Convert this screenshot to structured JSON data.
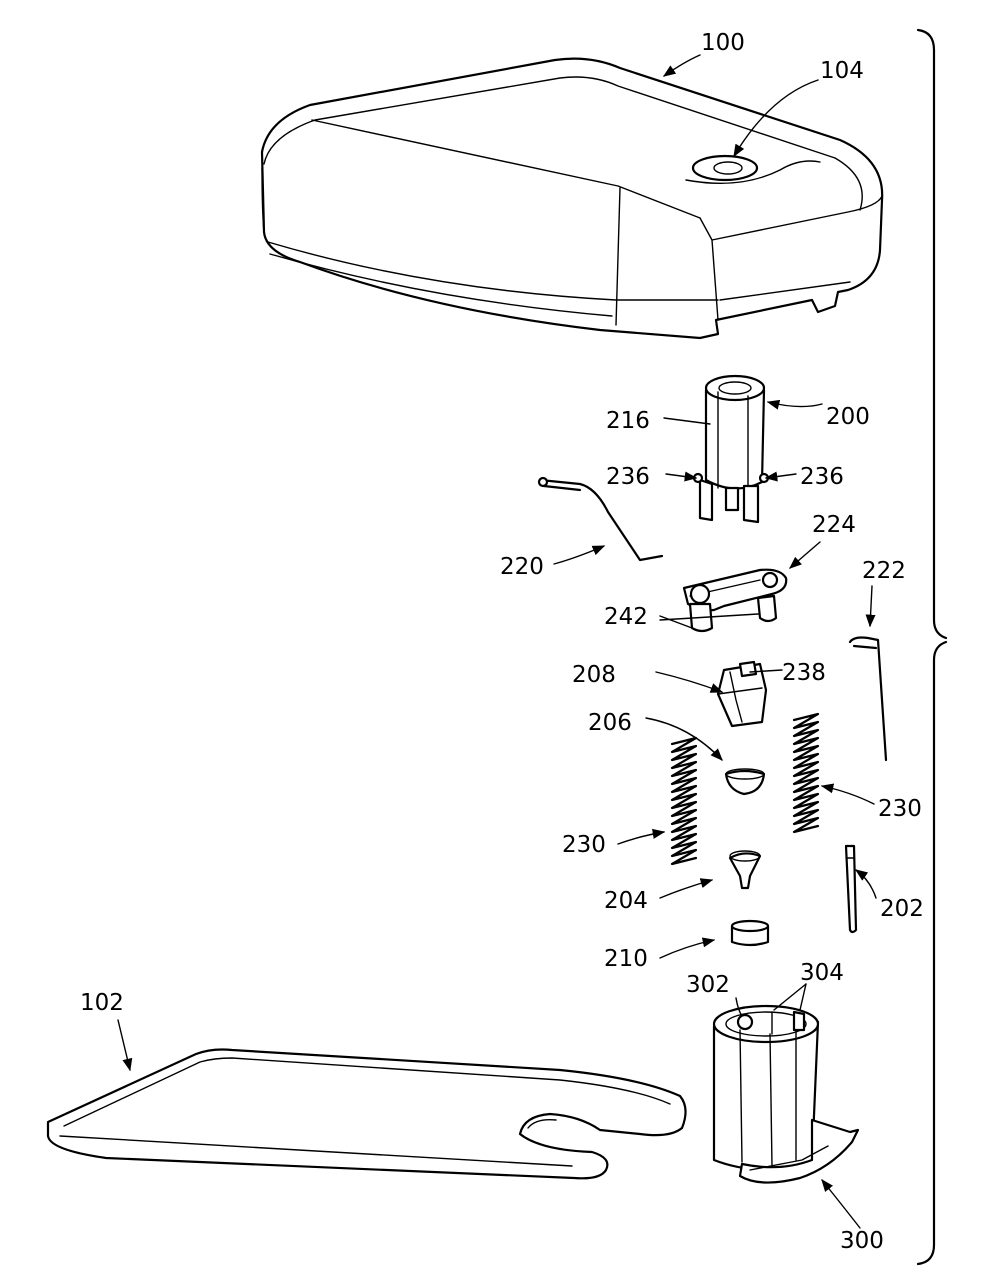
{
  "labels": {
    "l100": "100",
    "l104": "104",
    "l200": "200",
    "l216": "216",
    "l236_left": "236",
    "l236_right": "236",
    "l220": "220",
    "l224": "224",
    "l222": "222",
    "l242": "242",
    "l208": "208",
    "l238": "238",
    "l206": "206",
    "l230_right": "230",
    "l230_left": "230",
    "l204": "204",
    "l202": "202",
    "l210": "210",
    "l102": "102",
    "l302": "302",
    "l304": "304",
    "l300": "300"
  },
  "parts": [
    {
      "ref": "100",
      "name": "housing-cover"
    },
    {
      "ref": "104",
      "name": "cover-opening"
    },
    {
      "ref": "200",
      "name": "valve-assembly"
    },
    {
      "ref": "216",
      "name": "valve-body"
    },
    {
      "ref": "236",
      "name": "valve-pins"
    },
    {
      "ref": "220",
      "name": "bent-wire"
    },
    {
      "ref": "224",
      "name": "lever-arm"
    },
    {
      "ref": "242",
      "name": "lever-posts"
    },
    {
      "ref": "222",
      "name": "hook-pin"
    },
    {
      "ref": "208",
      "name": "plunger"
    },
    {
      "ref": "238",
      "name": "plunger-tab"
    },
    {
      "ref": "206",
      "name": "cap-seal"
    },
    {
      "ref": "230",
      "name": "coil-springs"
    },
    {
      "ref": "204",
      "name": "poppet-valve"
    },
    {
      "ref": "202",
      "name": "rod-pin"
    },
    {
      "ref": "210",
      "name": "ring-seal"
    },
    {
      "ref": "102",
      "name": "base-gasket"
    },
    {
      "ref": "300",
      "name": "base-cylinder"
    },
    {
      "ref": "302",
      "name": "inner-channel"
    },
    {
      "ref": "304",
      "name": "channel-ribs"
    }
  ]
}
